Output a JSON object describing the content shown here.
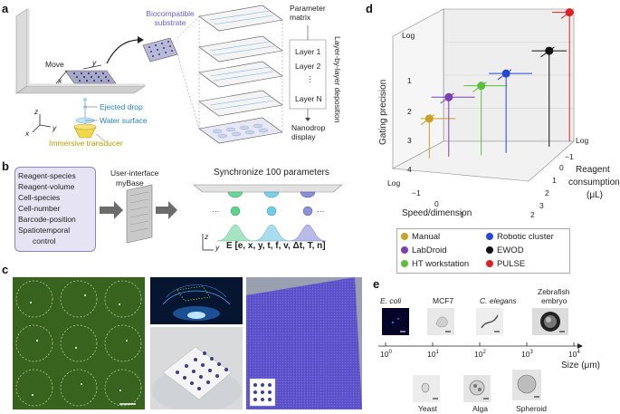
{
  "panels": {
    "a": {
      "letter": "a",
      "biocompatible_substrate": "Biocompatible substrate",
      "move": "Move",
      "x": "x",
      "y": "y",
      "z": "z",
      "ejected_drop": "Ejected drop",
      "water_surface": "Water surface",
      "immersive_transducer": "Immersive transducer",
      "parameter_matrix": "Parameter matrix",
      "layers": [
        "Layer 1",
        "Layer 2",
        "⋮",
        "Layer N"
      ],
      "layer_by_layer": "Layer-by-layer deposition",
      "nanodrop_display": "Nanodrop display"
    },
    "b": {
      "letter": "b",
      "list": [
        "Reagent-species",
        "Reagent-volume",
        "Cell-species",
        "Cell-number",
        "Barcode-position",
        "Spatiotemporal",
        "control"
      ],
      "ui_label_1": "User-interface",
      "ui_label_2": "myBase",
      "sync": "Synchronize 100 parameters",
      "dots": "···",
      "vector": "E [e, x, y, t, f, v, Δt, T, n]",
      "z": "z",
      "y": "y"
    },
    "c": {
      "letter": "c"
    },
    "d": {
      "letter": "d",
      "ylabel": "Gating precision",
      "zlabel": "Speed/dimension",
      "xlabel_1": "Reagent",
      "xlabel_2": "consumption",
      "xlabel_3": "(μL)",
      "log_top": "Log",
      "log_left": "Log",
      "log_right": "Log",
      "yticks": [
        "1",
        "2",
        "3",
        "4"
      ],
      "zticks": [
        "−1",
        "0",
        "1",
        "2"
      ],
      "xticks": [
        "−1",
        "0",
        "1",
        "2",
        "3"
      ]
    },
    "e": {
      "letter": "e",
      "top_labels": [
        "E. coli",
        "MCF7",
        "C. elegans",
        "Zebrafish",
        "embryo"
      ],
      "axis_ticks": [
        "10",
        "10",
        "10",
        "10",
        "10"
      ],
      "axis_exps": [
        "0",
        "1",
        "2",
        "3",
        "4"
      ],
      "axis_label": "Size (μm)",
      "bottom_labels": [
        "Yeast",
        "Alga",
        "Spheroid"
      ]
    }
  },
  "chart_data": {
    "type": "scatter",
    "title": "",
    "xlabel": "Reagent consumption (μL)",
    "ylabel": "Gating precision",
    "zlabel": "Speed/dimension",
    "scale": "log",
    "legend_position": "below",
    "series": [
      {
        "name": "Manual",
        "color": "#c8a02a",
        "reagent": 1.2,
        "precision": 2.8,
        "speed": -0.8
      },
      {
        "name": "LabDroid",
        "color": "#7b3fb2",
        "reagent": 1.0,
        "precision": 2.2,
        "speed": -0.4
      },
      {
        "name": "HT workstation",
        "color": "#5cbf3a",
        "reagent": 0.8,
        "precision": 1.9,
        "speed": 0.3
      },
      {
        "name": "Robotic cluster",
        "color": "#2449d8",
        "reagent": 0.5,
        "precision": 1.6,
        "speed": 0.8
      },
      {
        "name": "EWOD",
        "color": "#111111",
        "reagent": -0.3,
        "precision": 1.1,
        "speed": 1.6
      },
      {
        "name": "PULSE",
        "color": "#e02020",
        "reagent": -1.0,
        "precision": 0.1,
        "speed": 1.9
      }
    ]
  }
}
